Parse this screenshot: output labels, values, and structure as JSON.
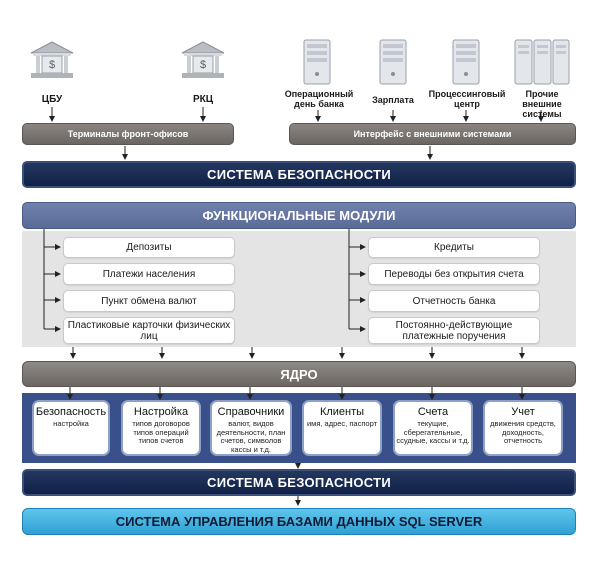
{
  "sources": [
    {
      "label": "ЦБУ",
      "icon": "bank-building-icon"
    },
    {
      "label": "РКЦ",
      "icon": "bank-building-icon"
    },
    {
      "label": "Операционный день банка",
      "icon": "server-icon"
    },
    {
      "label": "Зарплата",
      "icon": "server-icon"
    },
    {
      "label": "Процессинговый центр",
      "icon": "server-icon"
    },
    {
      "label": "Прочие внешние системы",
      "icon": "server-cluster-icon"
    }
  ],
  "bars": {
    "front_office": "Терминалы фронт-офисов",
    "external_interface": "Интерфейс с внешними системами",
    "security_top": "СИСТЕМА БЕЗОПАСНОСТИ",
    "functional_modules": "ФУНКЦИОНАЛЬНЫЕ МОДУЛИ",
    "core": "ЯДРО",
    "security_bottom": "СИСТЕМА БЕЗОПАСНОСТИ",
    "sql": "СИСТЕМА УПРАВЛЕНИЯ БАЗАМИ ДАННЫХ SQL SERVER"
  },
  "modules_left": [
    "Депозиты",
    "Платежи населения",
    "Пункт обмена валют",
    "Пластиковые карточки физических лиц"
  ],
  "modules_right": [
    "Кредиты",
    "Переводы без открытия счета",
    "Отчетность банка",
    "Постоянно-действующие платежные поручения"
  ],
  "core_modules": [
    {
      "title": "Безопасность",
      "sub": "настройка"
    },
    {
      "title": "Настройка",
      "sub": "типов договоров типов операций типов счетов"
    },
    {
      "title": "Справочники",
      "sub": "валют, видов деятельности, план счетов, символов кассы и т.д."
    },
    {
      "title": "Клиенты",
      "sub": "имя, адрес, паспорт"
    },
    {
      "title": "Счета",
      "sub": "текущие, сберегательные, ссудные, кассы и т.д."
    },
    {
      "title": "Учет",
      "sub": "движения средств, доходность, отчетность"
    }
  ],
  "colors": {
    "navy": "#0f2146",
    "slate": "#5b6b98",
    "core_panel": "#39508a",
    "sql": "#2fa0d4",
    "gray": "#6b6662"
  }
}
